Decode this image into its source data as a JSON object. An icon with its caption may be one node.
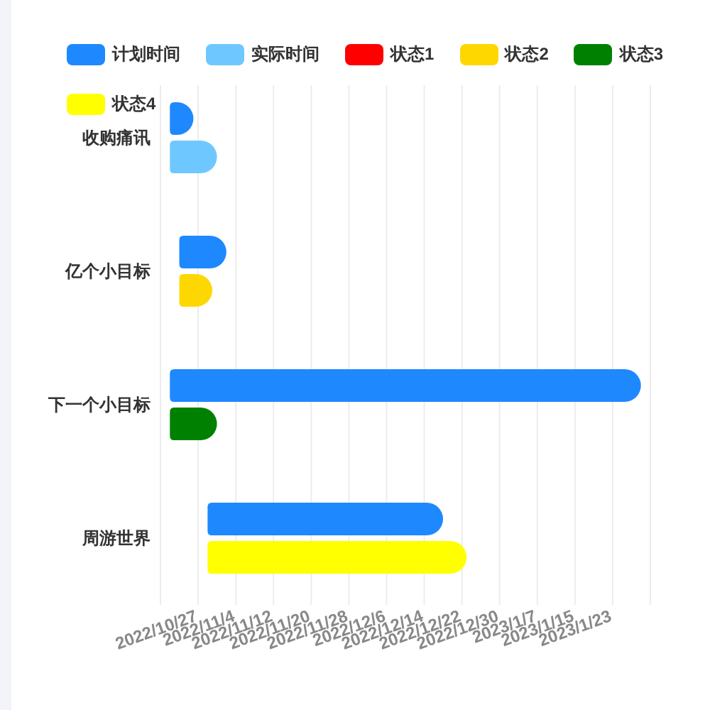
{
  "diagram": {
    "labels": [
      "收购痛讯",
      "亿个小目标",
      "下一个小目标",
      "周游世界",
      "2022/10/27",
      "2022/11/4",
      "2022/11/12",
      "2022/11/20",
      "2022/11/28",
      "2022/12/6",
      "2022/12/14",
      "2022/12/22",
      "2022/12/30",
      "2023/1/7",
      "2023/1/15",
      "2023/1/23"
    ],
    "legend": [
      {
        "text": "计划时间",
        "color": "#1e88ff"
      },
      {
        "text": "实际时间",
        "color": "#6ec8ff"
      },
      {
        "text": "状态1",
        "color": "#ff0000"
      },
      {
        "text": "状态2",
        "color": "#ffd700"
      },
      {
        "text": "状态3",
        "color": "#008000"
      },
      {
        "text": "状态4",
        "color": "#ffff00"
      }
    ]
  }
}
